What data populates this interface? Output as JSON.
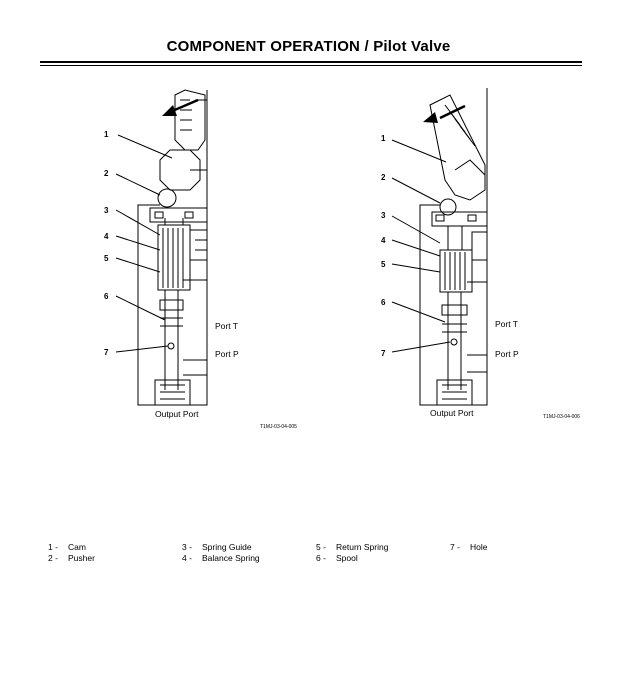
{
  "header": {
    "title": "COMPONENT OPERATION / Pilot Valve"
  },
  "figure_left": {
    "callouts": [
      "1",
      "2",
      "3",
      "4",
      "5",
      "6",
      "7"
    ],
    "port_t": "Port T",
    "port_p": "Port P",
    "output_port": "Output Port",
    "code": "T1MJ-03-04-005"
  },
  "figure_right": {
    "callouts": [
      "1",
      "2",
      "3",
      "4",
      "5",
      "6",
      "7"
    ],
    "port_t": "Port T",
    "port_p": "Port P",
    "output_port": "Output Port",
    "code": "T1MJ-03-04-006"
  },
  "legend": [
    {
      "num": "1 -",
      "label": "Cam"
    },
    {
      "num": "2 -",
      "label": "Pusher"
    },
    {
      "num": "3 -",
      "label": "Spring Guide"
    },
    {
      "num": "4 -",
      "label": "Balance Spring"
    },
    {
      "num": "5 -",
      "label": "Return Spring"
    },
    {
      "num": "6 -",
      "label": "Spool"
    },
    {
      "num": "7 -",
      "label": "Hole"
    }
  ]
}
